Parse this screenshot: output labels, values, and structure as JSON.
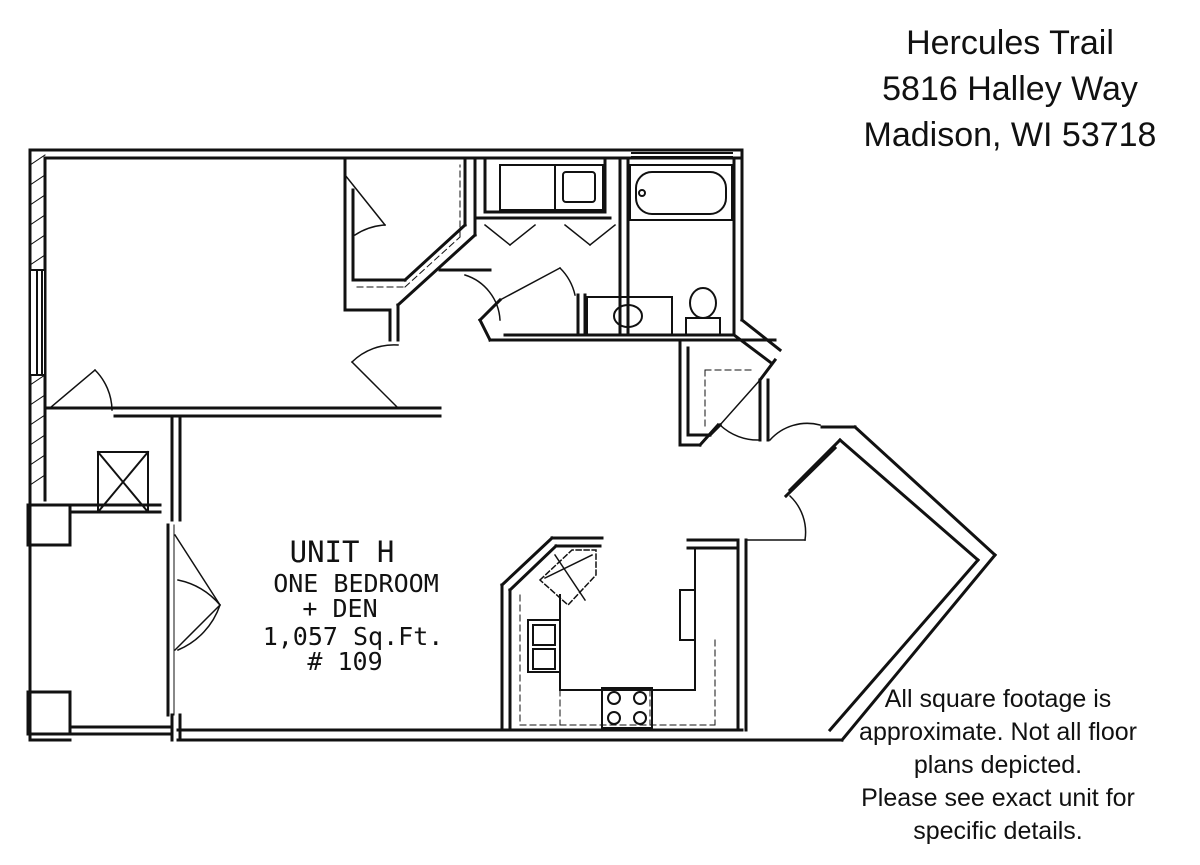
{
  "address": {
    "line1": "Hercules Trail",
    "line2": "5816 Halley Way",
    "line3": "Madison, WI 53718"
  },
  "unit_label": {
    "name": "UNIT H",
    "type": "ONE BEDROOM",
    "extra": "+ DEN",
    "area": "1,057 Sq.Ft.",
    "number": "# 109"
  },
  "disclaimer": {
    "line1": "All square footage is",
    "line2": "approximate. Not all floor",
    "line3": "plans depicted.",
    "line4": "Please see exact unit for",
    "line5": "specific details."
  }
}
